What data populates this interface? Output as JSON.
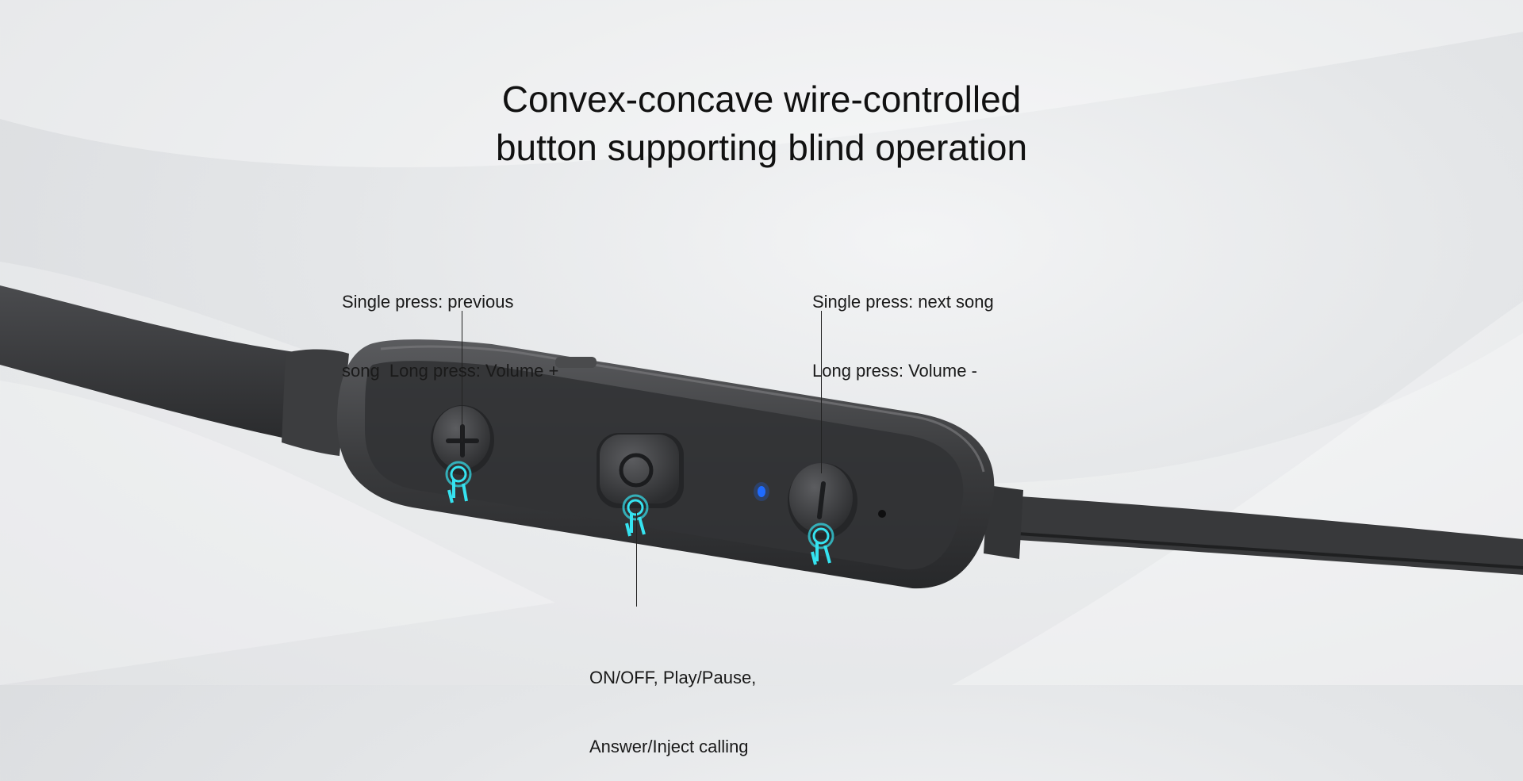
{
  "title": {
    "line1": "Convex-concave wire-controlled",
    "line2": "button supporting blind operation"
  },
  "callouts": {
    "plus": {
      "line1": "Single press: previous",
      "line2": "song  Long press: Volume +"
    },
    "minus": {
      "line1": "Single press: next song",
      "line2": "Long press: Volume -"
    },
    "center": {
      "line1": "ON/OFF, Play/Pause,",
      "line2": "Answer/Inject calling"
    }
  },
  "colors": {
    "body": "#3a3b3d",
    "touch_glow": "#35e3f0",
    "led": "#1f6bff"
  }
}
